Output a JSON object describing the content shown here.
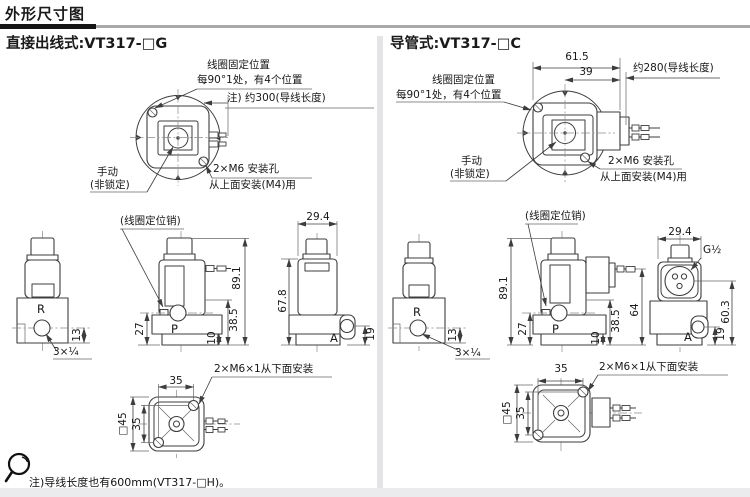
{
  "page": {
    "title": "外形尺寸图",
    "note": "注)导线长度也有600mm(VT317-□H)。",
    "note_icon": "magnifier-icon",
    "colors": {
      "line": "#3d3d3d",
      "divider": "#e4e4e6",
      "bottom_bar": "#ebebed",
      "rule_black": "#141414",
      "rule_gray": "#a9a9a9"
    }
  },
  "left": {
    "heading": "直接出线式:VT317-□G",
    "top_view": {
      "coil_fix_line1": "线圈固定位置",
      "coil_fix_line2": "每90°1处，有4个位置",
      "lead_note": "注) 约300(导线长度)",
      "manual_line1": "手动",
      "manual_line2": "(非锁定)",
      "mount_line1": "2×M6 安装孔",
      "mount_line2": "从上面安装(M4)用"
    },
    "ortho_views": {
      "port_r": "R",
      "dim_13": "13",
      "thread_3x14": "3×¼",
      "coil_pin_note": "(线圈定位销)",
      "dim_27": "27",
      "port_p": "P",
      "dim_89_1": "89.1",
      "dim_38_5": "38.5",
      "dim_10": "10",
      "dim_29_4": "29.4",
      "dim_67_8": "67.8",
      "port_a": "A",
      "dim_19": "19"
    },
    "bottom_view": {
      "dim_35_x": "35",
      "dim_35_y": "35",
      "dim_sq45": "□45",
      "mount_note": "2×M6×1从下面安装"
    }
  },
  "right": {
    "heading": "导管式:VT317-□C",
    "top_view": {
      "dim_61_5": "61.5",
      "dim_39": "39",
      "lead_note": "约280(导线长度)",
      "coil_fix_line1": "线圈固定位置",
      "coil_fix_line2": "每90°1处，有4个位置",
      "manual_line1": "手动",
      "manual_line2": "(非锁定)",
      "mount_line1": "2×M6 安装孔",
      "mount_line2": "从上面安装(M4)用"
    },
    "ortho_views": {
      "port_r": "R",
      "dim_13": "13",
      "thread_3x14": "3×¼",
      "coil_pin_note": "(线圈定位销)",
      "dim_89_1": "89.1",
      "dim_27": "27",
      "port_p": "P",
      "dim_38_5": "38.5",
      "dim_10": "10",
      "dim_64": "64",
      "dim_29_4": "29.4",
      "thread_g12": "G½",
      "dim_60_3": "60.3",
      "dim_19": "19",
      "port_a": "A"
    },
    "bottom_view": {
      "dim_35_x": "35",
      "dim_35_y": "35",
      "dim_sq45": "□45",
      "mount_note": "2×M6×1从下面安装"
    }
  }
}
